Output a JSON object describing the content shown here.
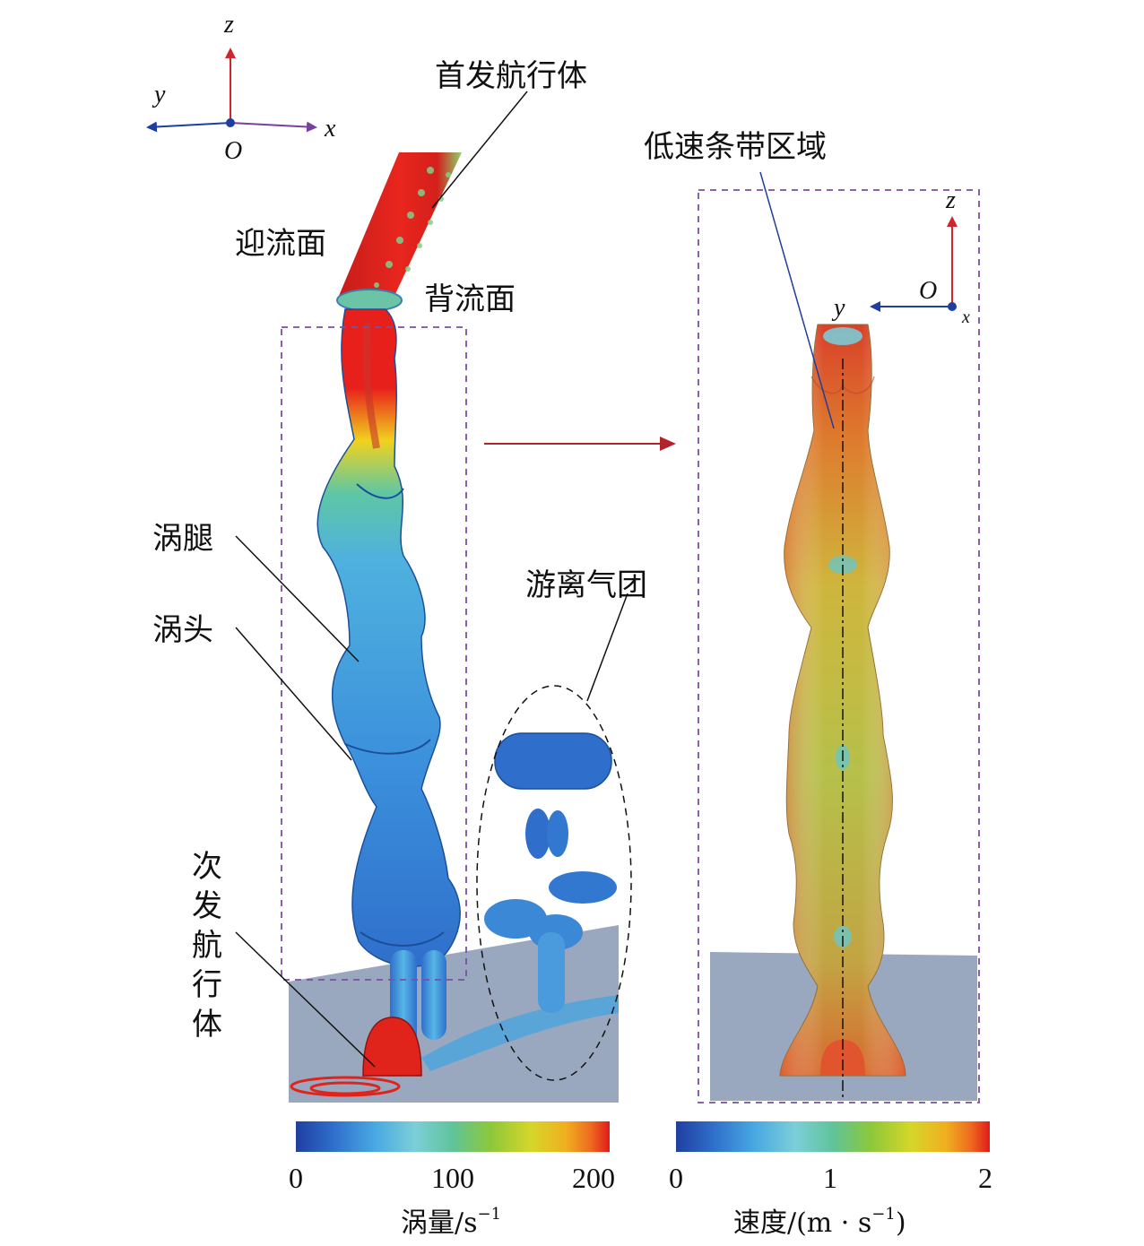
{
  "labels": {
    "first_vehicle": "首发航行体",
    "low_speed_band": "低速条带区域",
    "windward_face": "迎流面",
    "leeward_face": "背流面",
    "vortex_leg": "涡腿",
    "vortex_head": "涡头",
    "detached_bubble": "游离气团",
    "second_vehicle_chars": [
      "次",
      "发",
      "航",
      "行",
      "体"
    ]
  },
  "axes_left": {
    "z": "z",
    "y": "y",
    "x": "x",
    "origin": "O"
  },
  "axes_right": {
    "z": "z",
    "y": "y",
    "x": "x",
    "origin": "O"
  },
  "colorbar_left": {
    "ticks": [
      "0",
      "100",
      "200"
    ],
    "title_main": "涡量/s",
    "title_sup": "−1"
  },
  "colorbar_right": {
    "ticks": [
      "0",
      "1",
      "2"
    ],
    "title_main": "速度/(m · s",
    "title_sup": "−1",
    "title_end": ")"
  },
  "colors": {
    "axis_z": "#d0262b",
    "axis_y": "#1f3fa0",
    "axis_x": "#7a3fa0",
    "frame_dash": "#7b4fa6",
    "arrow": "#b0242a",
    "floor": "#9aa8bf",
    "vortex_blue": "#2f6fcb"
  }
}
